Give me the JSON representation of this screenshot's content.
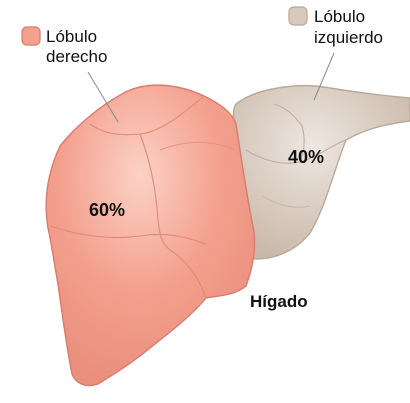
{
  "diagram": {
    "organ_label": "Hígado",
    "right_lobe": {
      "legend_label_line1": "Lóbulo",
      "legend_label_line2": "derecho",
      "percent": "60%",
      "color": "#f4a08e",
      "light_color": "#f8c2b3",
      "edge_color": "#d77c6d"
    },
    "left_lobe": {
      "legend_label_line1": "Lóbulo",
      "legend_label_line2": "izquierdo",
      "percent": "40%",
      "color": "#d7c9bd",
      "light_color": "#e9e0d8",
      "edge_color": "#b9a89a"
    },
    "leader_line_color": "#8a8a8a",
    "text_color": "#111111"
  }
}
